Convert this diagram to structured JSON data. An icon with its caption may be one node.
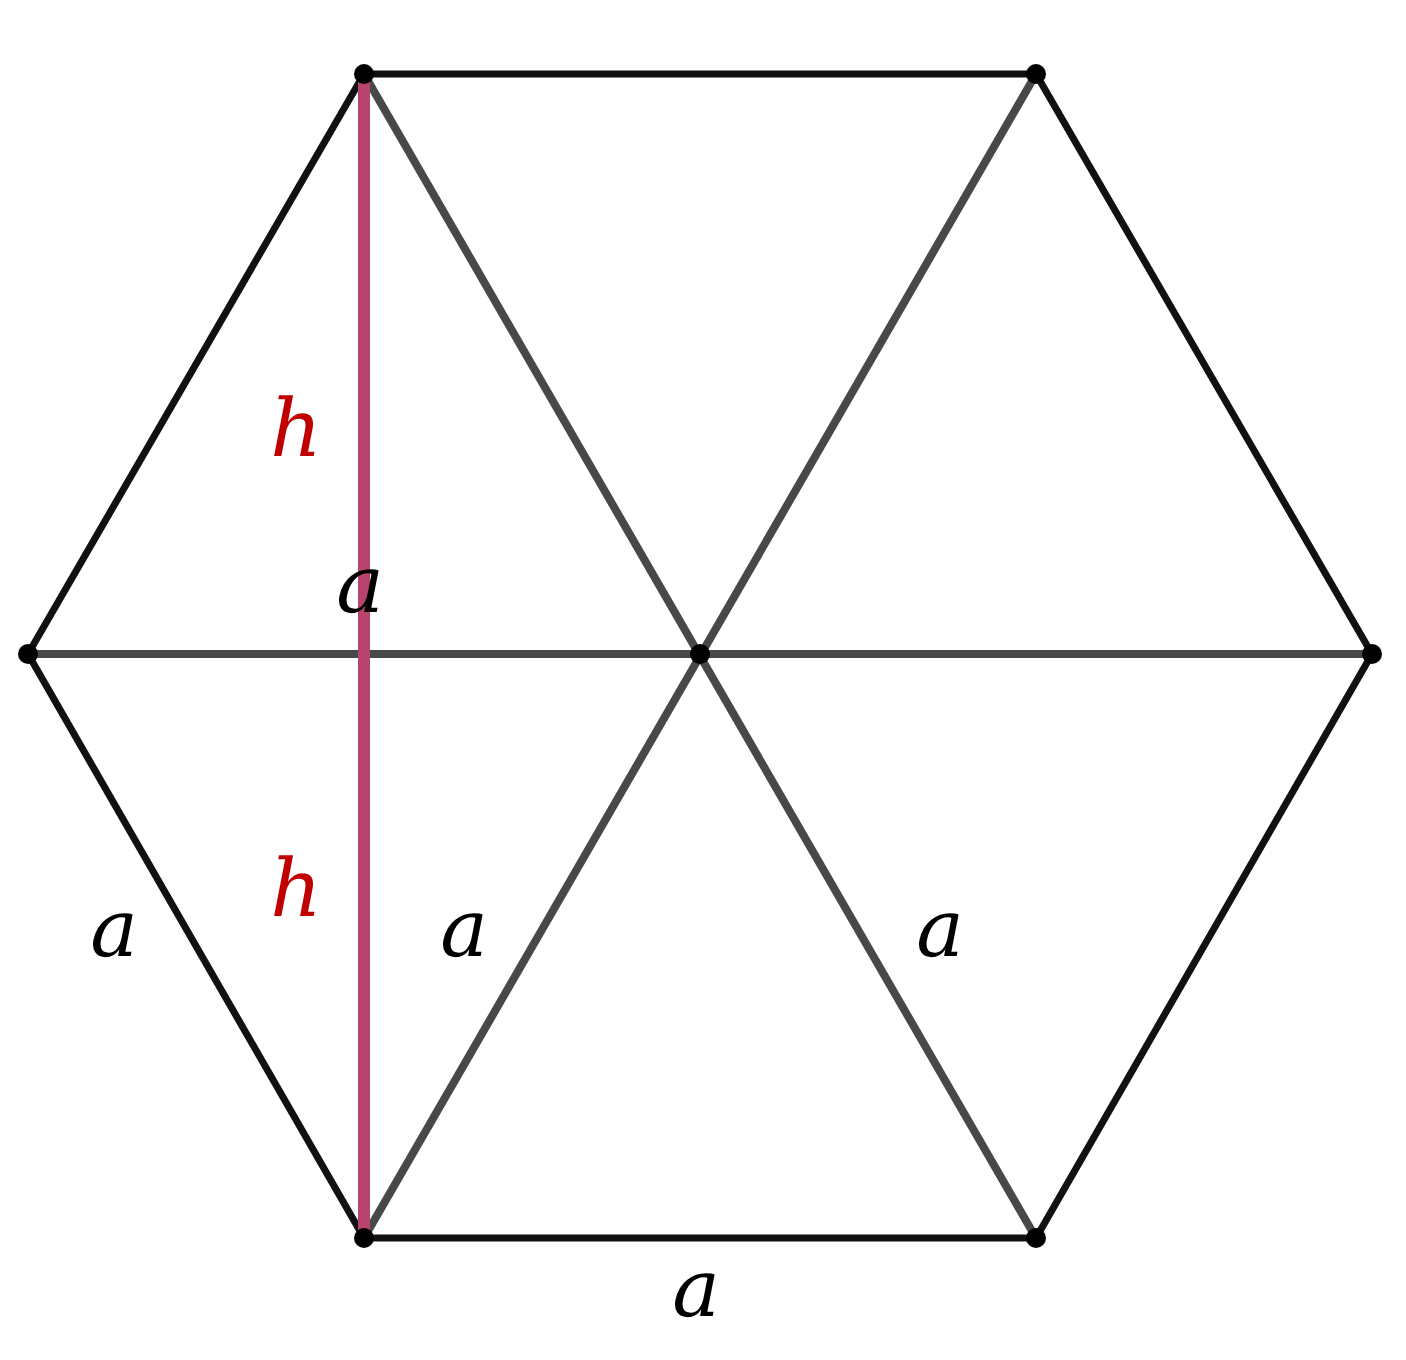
{
  "diagram": {
    "labels": [
      "h",
      "a",
      "h",
      "a",
      "a",
      "a",
      "a"
    ]
  }
}
